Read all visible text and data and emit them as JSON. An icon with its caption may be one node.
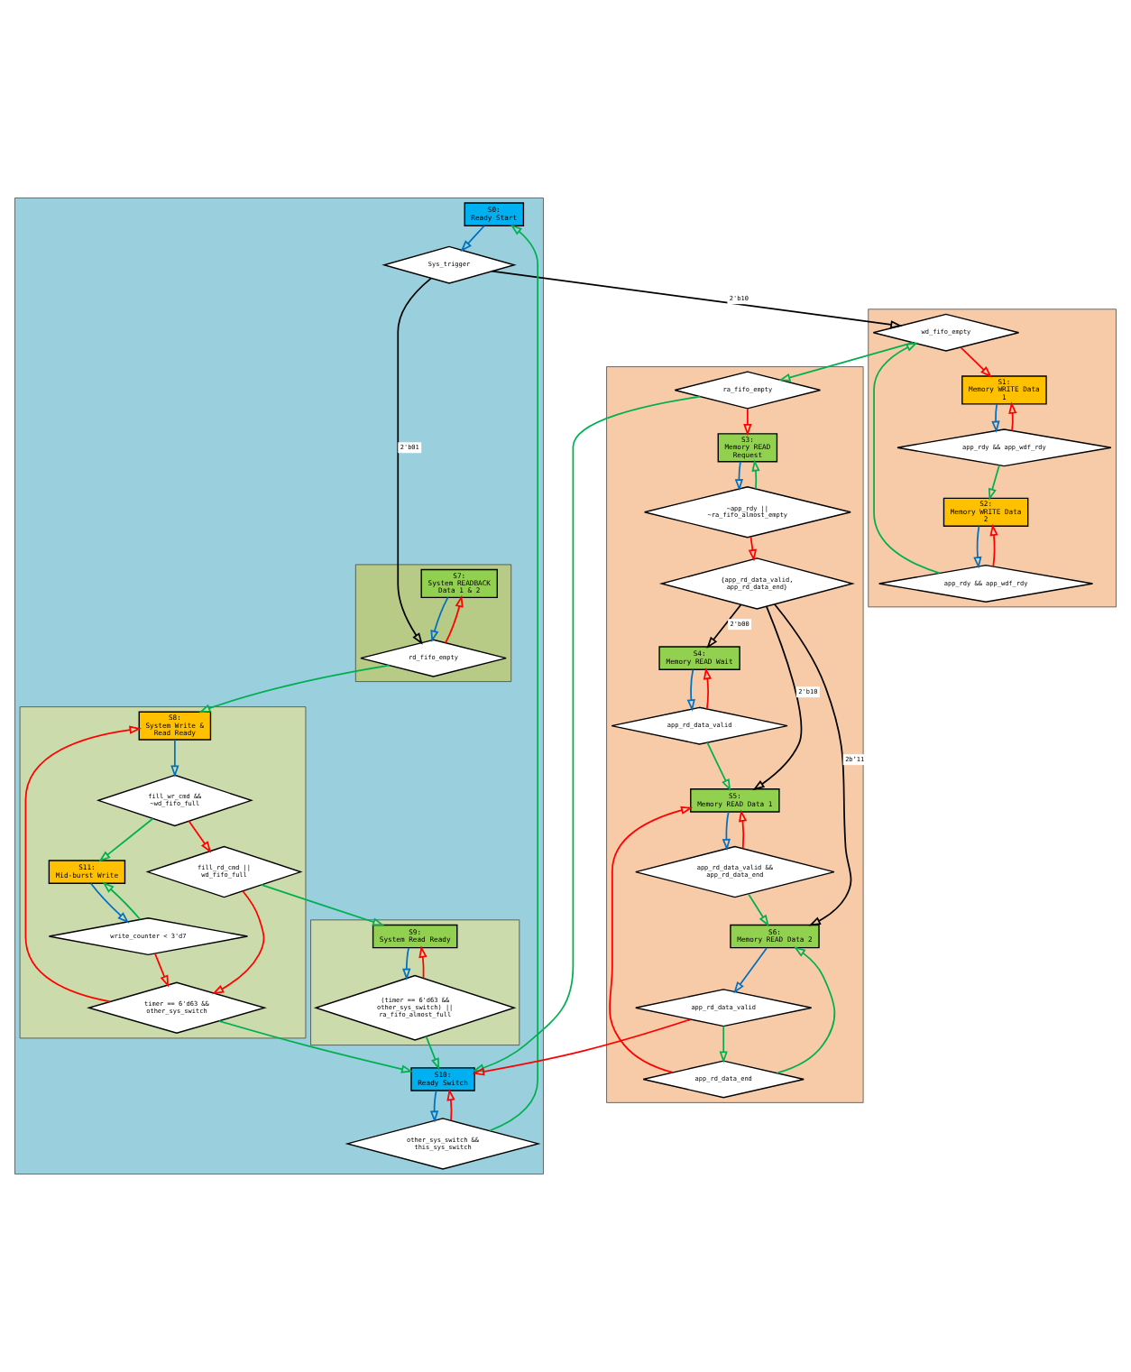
{
  "diagram": {
    "nodes": [
      {
        "text": [],
        "shape": "box"
      },
      {
        "text": [
          "S0: Ready Start"
        ],
        "in": 0
      },
      {
        "text": [
          "Sys_trigger"
        ],
        "in": 0
      },
      {
        "text": [],
        "shape": "box"
      },
      {
        "text": [
          "S1: Memory WRITE Data 1"
        ],
        "in": 3
      },
      {
        "text": [
          "app_rdy && app_wdf_rdy"
        ],
        "in": 3
      },
      {
        "text": [
          "S2: Memory WRITE Data 2"
        ],
        "in": 3
      },
      {
        "text": [
          "app_rdy && app_wdf_rdy"
        ],
        "in": 3
      },
      {
        "text": [
          "wd_fifo_empty"
        ],
        "in": 3
      },
      {
        "text": [],
        "shape": "box",
        "in": 0
      },
      {
        "text": [
          "S7: System READBACK Data 1 & 2"
        ],
        "in": 9
      },
      {
        "text": [
          "rd_fifo_empty"
        ],
        "in": 9
      },
      {
        "text": [],
        "shape": "box",
        "in": 0
      },
      {
        "text": [
          "timer == 6'd63 && other_sys_switch"
        ],
        "in": 12
      },
      {
        "text": [
          "S8: System Write & Read Ready"
        ],
        "in": 12
      },
      {
        "text": [
          "fill_wr_cmd && ~wd_fifo_full"
        ],
        "in": 12
      },
      {
        "text": [
          "S11: Mid-burst Write"
        ],
        "in": 12
      },
      {
        "text": [
          "write_counter < 3'd7"
        ],
        "in": 12
      },
      {
        "text": [
          "fill_rd_cmd || wd_fifo_full"
        ],
        "in": 12
      },
      {
        "text": [],
        "shape": "box"
      },
      {
        "text": [
          "ra_fifo_empty"
        ],
        "in": 19
      },
      {
        "text": [
          "S3: Memory READ Request"
        ],
        "in": 19
      },
      {
        "text": [
          "~app_rdy || ~ra_fifo_almost_empty"
        ],
        "in": 19
      },
      {
        "text": [
          "{app_rd_data_valid, app_rd_data_end}"
        ],
        "in": 19
      },
      {
        "text": [
          "S4: Memory READ Wait"
        ],
        "in": 19
      },
      {
        "text": [
          "app_rd_data_valid"
        ],
        "in": 19
      },
      {
        "text": [
          "S5: Memory READ Data 1"
        ],
        "in": 19
      },
      {
        "text": [
          "app_rd_data_valid && app_rd_data_end"
        ],
        "in": 19
      },
      {
        "text": [
          "S6: Memory READ Data 2"
        ],
        "in": 19
      },
      {
        "text": [
          "app_rd_data_valid"
        ],
        "in": 19
      },
      {
        "text": [
          "app_rd_data_end"
        ],
        "in": 19
      },
      {
        "text": [],
        "shape": "box",
        "in": 0
      },
      {
        "text": [
          "S9: System Read Ready"
        ],
        "in": 31
      },
      {
        "text": [
          "(timer == 6'd63 && other_sys_switch) || ra_fifo_almost_full"
        ],
        "in": 31
      },
      {
        "text": [
          "S10: Ready Switch"
        ],
        "in": 0
      },
      {
        "text": [
          "other_sys_switch && this_sys_switch"
        ],
        "in": 0
      }
    ],
    "edges": [
      {
        "from": 1,
        "to": 2,
        "arrow": "to",
        "color": "#0070c0"
      },
      {
        "from": 2,
        "to": 11,
        "arrow": "to",
        "label": "2'b01",
        "color": "#000000"
      },
      {
        "from": 2,
        "to": 8,
        "arrow": "to",
        "label": "2'b10",
        "color": "#000000"
      },
      {
        "from": 4,
        "to": 5,
        "arrow": "to",
        "color": "#0070c0"
      },
      {
        "from": 5,
        "to": 4,
        "arrow": "to",
        "color": "#ff0000"
      },
      {
        "from": 5,
        "to": 6,
        "arrow": "to",
        "color": "#00b050"
      },
      {
        "from": 6,
        "to": 7,
        "arrow": "to",
        "color": "#0070c0"
      },
      {
        "from": 7,
        "to": 6,
        "arrow": "to",
        "color": "#ff0000"
      },
      {
        "from": 7,
        "to": 8,
        "arrow": "to",
        "color": "#00b050"
      },
      {
        "from": 8,
        "to": 4,
        "arrow": "to",
        "color": "#ff0000"
      },
      {
        "from": 8,
        "to": 20,
        "arrow": "to",
        "color": "#00b050"
      },
      {
        "from": 10,
        "to": 11,
        "arrow": "to",
        "color": "#0070c0"
      },
      {
        "from": 11,
        "to": 10,
        "arrow": "to",
        "color": "#ff0000"
      },
      {
        "from": 11,
        "to": 14,
        "arrow": "to",
        "color": "#00b050"
      },
      {
        "from": 13,
        "to": 14,
        "arrow": "to",
        "color": "#ff0000"
      },
      {
        "from": 13,
        "to": 34,
        "arrow": "to",
        "color": "#00b050"
      },
      {
        "from": 14,
        "to": 15,
        "arrow": "to",
        "color": "#0070c0"
      },
      {
        "from": 15,
        "to": 16,
        "arrow": "to",
        "color": "#00b050"
      },
      {
        "from": 15,
        "to": 18,
        "arrow": "to",
        "color": "#ff0000"
      },
      {
        "from": 16,
        "to": 17,
        "arrow": "to",
        "color": "#0070c0"
      },
      {
        "from": 17,
        "to": 16,
        "arrow": "to",
        "color": "#00b050"
      },
      {
        "from": 17,
        "to": 13,
        "arrow": "to",
        "color": "#ff0000"
      },
      {
        "from": 18,
        "to": 13,
        "arrow": "to",
        "color": "#ff0000"
      },
      {
        "from": 18,
        "to": 32,
        "arrow": "to",
        "color": "#00b050"
      },
      {
        "from": 20,
        "to": 21,
        "arrow": "to",
        "color": "#ff0000"
      },
      {
        "from": 20,
        "to": 34,
        "arrow": "to",
        "color": "#00b050"
      },
      {
        "from": 21,
        "to": 22,
        "arrow": "to",
        "color": "#0070c0"
      },
      {
        "from": 22,
        "to": 21,
        "arrow": "to",
        "color": "#00b050"
      },
      {
        "from": 22,
        "to": 23,
        "arrow": "to",
        "color": "#ff0000"
      },
      {
        "from": 23,
        "to": 24,
        "arrow": "to",
        "label": "2'b00",
        "color": "#000000"
      },
      {
        "from": 23,
        "to": 26,
        "arrow": "to",
        "label": "2'b10",
        "color": "#000000"
      },
      {
        "from": 23,
        "to": 28,
        "arrow": "to",
        "label": "2b’11",
        "color": "#000000"
      },
      {
        "from": 24,
        "to": 25,
        "arrow": "to",
        "color": "#0070c0"
      },
      {
        "from": 25,
        "to": 24,
        "arrow": "to",
        "color": "#ff0000"
      },
      {
        "from": 25,
        "to": 26,
        "arrow": "to",
        "color": "#00b050"
      },
      {
        "from": 26,
        "to": 27,
        "arrow": "to",
        "color": "#0070c0"
      },
      {
        "from": 27,
        "to": 26,
        "arrow": "to",
        "color": "#ff0000"
      },
      {
        "from": 27,
        "to": 28,
        "arrow": "to",
        "color": "#00b050"
      },
      {
        "from": 28,
        "to": 29,
        "arrow": "to",
        "color": "#0070c0"
      },
      {
        "from": 29,
        "to": 34,
        "arrow": "to",
        "color": "#ff0000"
      },
      {
        "from": 29,
        "to": 30,
        "arrow": "to",
        "color": "#00b050"
      },
      {
        "from": 30,
        "to": 28,
        "arrow": "to",
        "color": "#00b050"
      },
      {
        "from": 30,
        "to": 26,
        "arrow": "to",
        "color": "#ff0000"
      },
      {
        "from": 32,
        "to": 33,
        "arrow": "to",
        "color": "#0070c0"
      },
      {
        "from": 33,
        "to": 32,
        "arrow": "to",
        "color": "#ff0000"
      },
      {
        "from": 33,
        "to": 34,
        "arrow": "to",
        "color": "#00b050"
      },
      {
        "from": 34,
        "to": 35,
        "arrow": "to",
        "color": "#0070c0"
      },
      {
        "from": 35,
        "to": 34,
        "arrow": "to",
        "color": "#ff0000"
      },
      {
        "from": 35,
        "to": 1,
        "arrow": "to",
        "color": "#00b050"
      }
    ]
  }
}
